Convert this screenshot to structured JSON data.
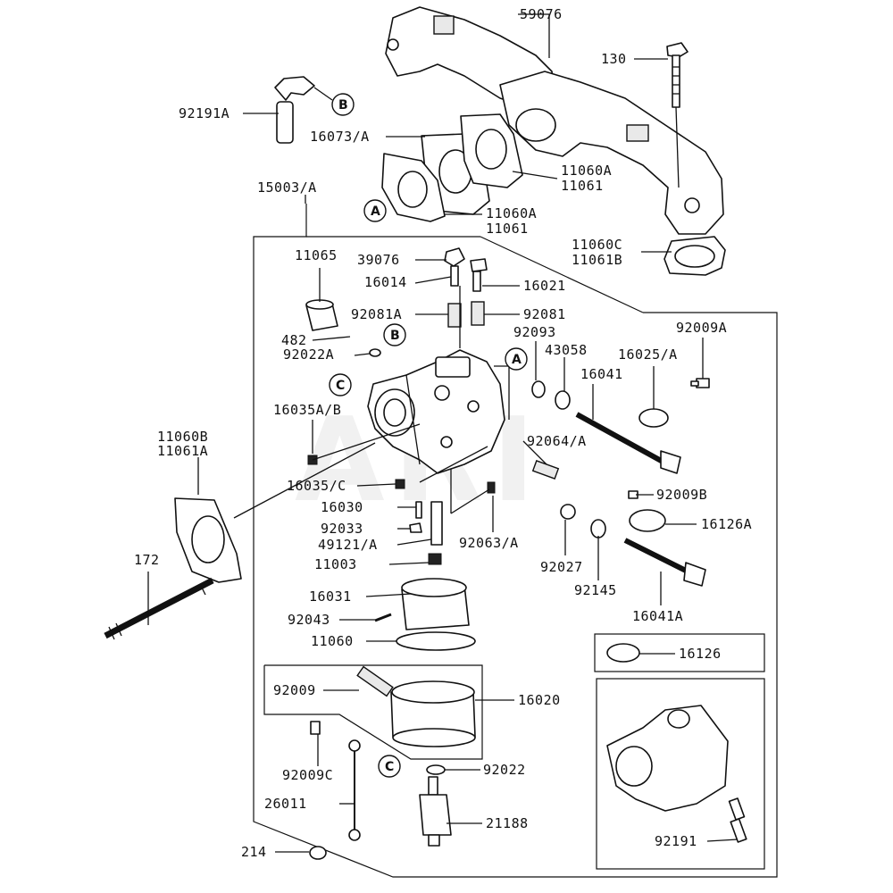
{
  "watermark": "ARI",
  "callouts": {
    "p59076": "59076",
    "p130": "130",
    "p92191A": "92191A",
    "p16073A": "16073/A",
    "p11060A_upper": "11060A",
    "p11061_upper": "11061",
    "p11060A_lower": "11060A",
    "p11061_lower": "11061",
    "p15003A": "15003/A",
    "p11060C": "11060C",
    "p11061B": "11061B",
    "p11065": "11065",
    "p39076": "39076",
    "p16014": "16014",
    "p16021": "16021",
    "p92081A": "92081A",
    "p92081": "92081",
    "p92093": "92093",
    "p482": "482",
    "p92022A": "92022A",
    "p43058": "43058",
    "p16041": "16041",
    "p16025A": "16025/A",
    "p92009A": "92009A",
    "p16035AB": "16035A/B",
    "p11060B": "11060B",
    "p11061A": "11061A",
    "p92064A": "92064/A",
    "p16035C": "16035/C",
    "p92009B": "92009B",
    "p16030": "16030",
    "p16126A": "16126A",
    "p92033": "92033",
    "p49121A": "49121/A",
    "p92063A": "92063/A",
    "p92027": "92027",
    "p172": "172",
    "p11003": "11003",
    "p92145": "92145",
    "p16041A": "16041A",
    "p16031": "16031",
    "p92043": "92043",
    "p11060": "11060",
    "p16126": "16126",
    "p92009": "92009",
    "p16020": "16020",
    "p92009C": "92009C",
    "p92022": "92022",
    "p26011": "26011",
    "p21188": "21188",
    "p214": "214",
    "p92191": "92191"
  },
  "refs": {
    "A_top": "A",
    "B_top": "B",
    "A_carb": "A",
    "B_carb": "B",
    "C_carb": "C",
    "C_link": "C"
  }
}
